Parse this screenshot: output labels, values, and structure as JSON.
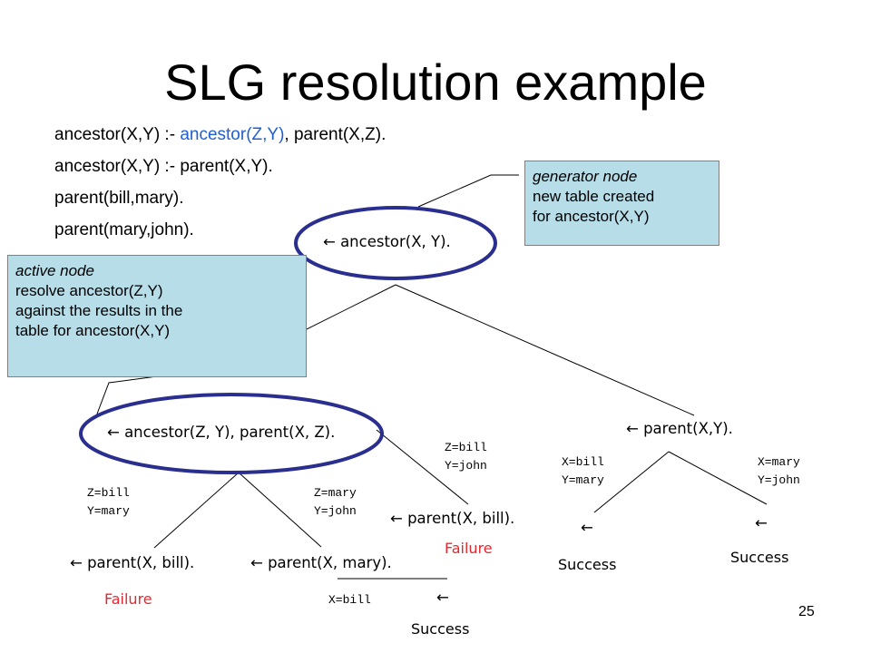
{
  "title": "SLG resolution example",
  "program": {
    "line1_head": "ancestor(X,Y) :- ",
    "line1_goal": "ancestor(Z,Y)",
    "line1_tail": ", parent(X,Z).",
    "line2": "ancestor(X,Y) :- parent(X,Y).",
    "line3": "parent(bill,mary).",
    "line4": "parent(mary,john)."
  },
  "callouts": {
    "generator": {
      "heading": "generator node",
      "line1": "new table created",
      "line2": "for ancestor(X,Y)"
    },
    "active": {
      "heading": "active node",
      "line1": "resolve ancestor(Z,Y)",
      "line2": "against the results in the",
      "line3": "table for ancestor(X,Y)"
    }
  },
  "nodes": {
    "root": "← ancestor(X, Y).",
    "left": "← ancestor(Z, Y), parent(X, Z).",
    "right": "← parent(X,Y).",
    "ll": "← parent(X, bill).",
    "lm": "← parent(X, mary).",
    "lr": "← parent(X, bill).",
    "rl": "←",
    "rr": "←",
    "lm_child": "←"
  },
  "bindings": {
    "ll": [
      "Z=bill",
      "Y=mary"
    ],
    "lm": [
      "Z=mary",
      "Y=john"
    ],
    "lr": [
      "Z=bill",
      "Y=john"
    ],
    "rl": [
      "X=bill",
      "Y=mary"
    ],
    "rr": [
      "X=mary",
      "Y=john"
    ],
    "lm_child": "X=bill"
  },
  "results": {
    "failure": "Failure",
    "success": "Success"
  },
  "page_number": "25",
  "colors": {
    "goal_blue": "#1f5fd1",
    "failure_red": "#e8262e",
    "callout_fill": "#b7dde8",
    "ellipse_stroke": "#2a2f8f"
  }
}
